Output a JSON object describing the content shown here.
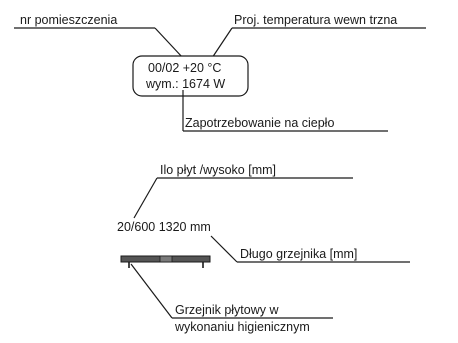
{
  "labels": {
    "room_number": "nr pomieszczenia",
    "design_temperature": "Proj. temperatura wewn  trzna",
    "heat_demand": "Zapotrzebowanie na ciepło",
    "plates_height": "Ilo    płyt /wysoko      [mm]",
    "radiator_length": "Długo     grzejnika [mm]",
    "radiator_type_line1": "Grzejnik płytowy w",
    "radiator_type_line2": "wykonaniu higienicznym"
  },
  "room_box": {
    "line1": "00/02  +20 °C",
    "line2": "wym.: 1674 W"
  },
  "radiator_spec": "20/600  1320 mm",
  "colors": {
    "line": "#1a1a1a",
    "radiator_fill": "#555555"
  }
}
